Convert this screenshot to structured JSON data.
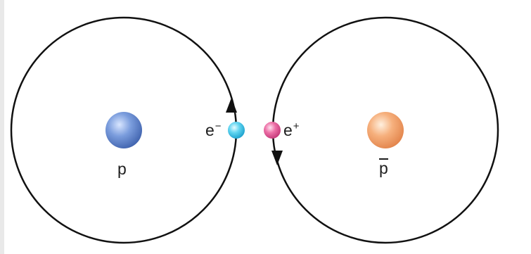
{
  "labels": {
    "proton": "p",
    "antiproton": "p",
    "electron_symbol": "e",
    "electron_charge": "−",
    "positron_symbol": "e",
    "positron_charge": "+"
  },
  "colors": {
    "orbit": "#111111",
    "proton": "#5a7fc8",
    "antiproton": "#f2a06a",
    "electron": "#36c4e8",
    "positron": "#e0508e",
    "text": "#1e1e1e"
  }
}
